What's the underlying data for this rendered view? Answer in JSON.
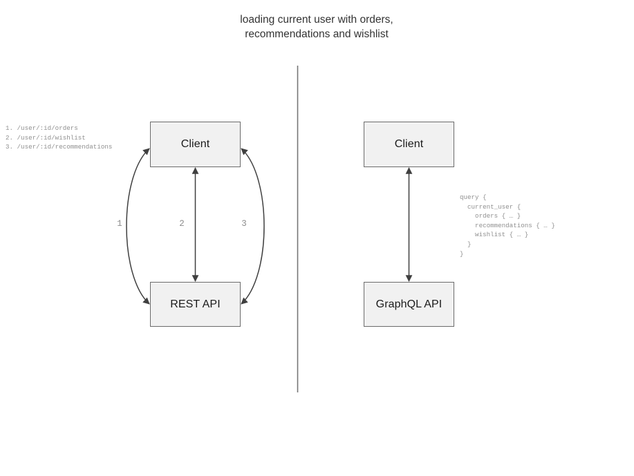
{
  "title": "loading current user with orders,\nrecommendations and wishlist",
  "divider": {
    "name": "vertical-divider",
    "color": "#767676"
  },
  "rest_panel": {
    "client_box_label": "Client",
    "api_box_label": "REST API",
    "endpoint_list": "1. /user/:id/orders\n2. /user/:id/wishlist\n3. /user/:id/recommendations",
    "edges": [
      {
        "label": "1",
        "name": "rest-edge-1"
      },
      {
        "label": "2",
        "name": "rest-edge-2"
      },
      {
        "label": "3",
        "name": "rest-edge-3"
      }
    ]
  },
  "graphql_panel": {
    "client_box_label": "Client",
    "api_box_label": "GraphQL API",
    "query": "query {\n  current_user {\n    orders { … }\n    recommendations { … }\n    wishlist { … }\n  }\n}"
  },
  "colors": {
    "box_fill": "#f1f1f1",
    "box_border": "#6b6b6b",
    "edge_stroke": "#4d4d4d",
    "mono_text": "#909090",
    "title_text": "#333333",
    "background": "#ffffff"
  }
}
